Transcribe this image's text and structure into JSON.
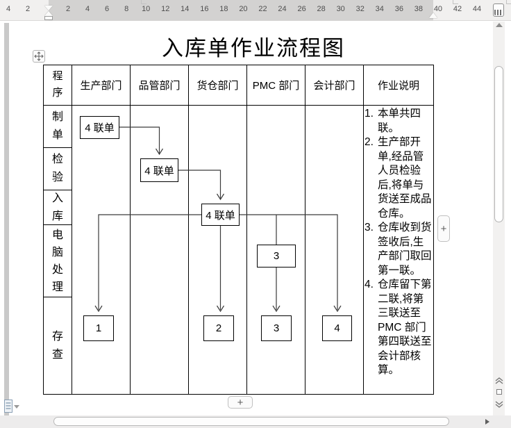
{
  "title": "入库单作业流程图",
  "ruler": {
    "left_numbers": [
      "4",
      "2"
    ],
    "numbers": [
      "2",
      "4",
      "6",
      "8",
      "10",
      "12",
      "14",
      "16",
      "18",
      "20",
      "22",
      "24",
      "26",
      "28",
      "30",
      "32",
      "34",
      "36",
      "38",
      "40",
      "42",
      "44"
    ]
  },
  "table": {
    "header": [
      "程序",
      "生产部门",
      "品管部门",
      "货仓部门",
      "PMC 部门",
      "会计部门",
      "作业说明"
    ],
    "row_labels": [
      "制单",
      "检验",
      "入库",
      "电脑处理",
      "存查"
    ]
  },
  "flow": {
    "boxes": [
      {
        "label": "4 联单"
      },
      {
        "label": "4 联单"
      },
      {
        "label": "4 联单"
      },
      {
        "label": "3"
      },
      {
        "label": "1"
      },
      {
        "label": "2"
      },
      {
        "label": "3"
      },
      {
        "label": "4"
      }
    ]
  },
  "notes": {
    "nums": [
      "1.",
      "2.",
      "3.",
      "4."
    ],
    "items": [
      "本单共四联。",
      "生产部开单,经品管人员检验后,将单与货送至成品仓库。",
      "仓库收到货签收后,生产部门取回第一联。",
      "仓库留下第二联,将第三联送至 PMC 部门第四联送至会计部核算。"
    ]
  },
  "controls": {
    "add_column_label": "+",
    "add_row_label": "+"
  },
  "colors": {
    "ruler_active": "#d3d2d1",
    "table_border": "#000000",
    "flow_line": "#3a3a3a"
  }
}
